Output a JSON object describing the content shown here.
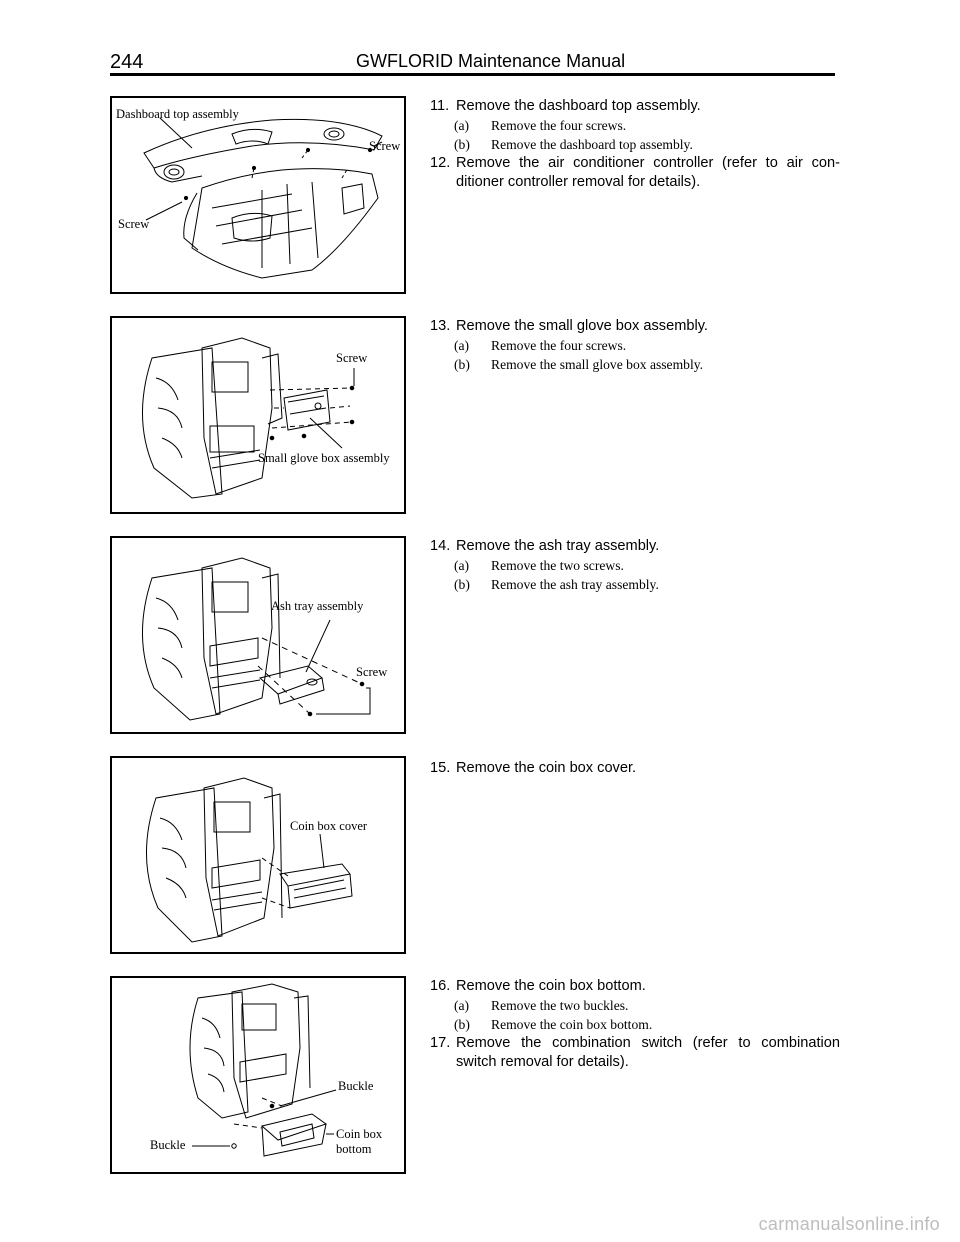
{
  "header": {
    "page_number": "244",
    "manual_title": "GWFLORID Maintenance Manual"
  },
  "figures": [
    {
      "labels": {
        "dashboard_top_assembly": "Dashboard top assembly",
        "screw_right": "Screw",
        "screw_left": "Screw"
      }
    },
    {
      "labels": {
        "screw": "Screw",
        "small_glove_box_assembly": "Small glove box assembly"
      }
    },
    {
      "labels": {
        "ash_tray_assembly": "Ash tray assembly",
        "screw": "Screw"
      }
    },
    {
      "labels": {
        "coin_box_cover": "Coin box cover"
      }
    },
    {
      "labels": {
        "buckle_right": "Buckle",
        "buckle_left": "Buckle",
        "coin_box_bottom_1": "Coin box",
        "coin_box_bottom_2": "bottom"
      }
    }
  ],
  "steps": {
    "s11": {
      "num": "11.",
      "text": "Remove the dashboard top assembly.",
      "subs": [
        {
          "label": "(a)",
          "text": "Remove the four screws."
        },
        {
          "label": "(b)",
          "text": "Remove the dashboard top assembly."
        }
      ]
    },
    "s12": {
      "num": "12.",
      "line1": "Remove the air conditioner controller (refer to air con-",
      "line2": "ditioner controller removal for details)."
    },
    "s13": {
      "num": "13.",
      "text": "Remove the small glove box assembly.",
      "subs": [
        {
          "label": "(a)",
          "text": "Remove the four screws."
        },
        {
          "label": "(b)",
          "text": "Remove the small glove box assembly."
        }
      ]
    },
    "s14": {
      "num": "14.",
      "text": "Remove the ash tray assembly.",
      "subs": [
        {
          "label": "(a)",
          "text": "Remove the two screws."
        },
        {
          "label": "(b)",
          "text": "Remove the ash tray assembly."
        }
      ]
    },
    "s15": {
      "num": "15.",
      "text": "Remove the coin box cover."
    },
    "s16": {
      "num": "16.",
      "text": "Remove the coin box bottom.",
      "subs": [
        {
          "label": "(a)",
          "text": "Remove the two buckles."
        },
        {
          "label": "(b)",
          "text": "Remove the coin box bottom."
        }
      ]
    },
    "s17": {
      "num": "17.",
      "line1": "Remove the combination switch (refer to combination",
      "line2": "switch removal for details)."
    }
  },
  "watermark": "carmanualsonline.info"
}
